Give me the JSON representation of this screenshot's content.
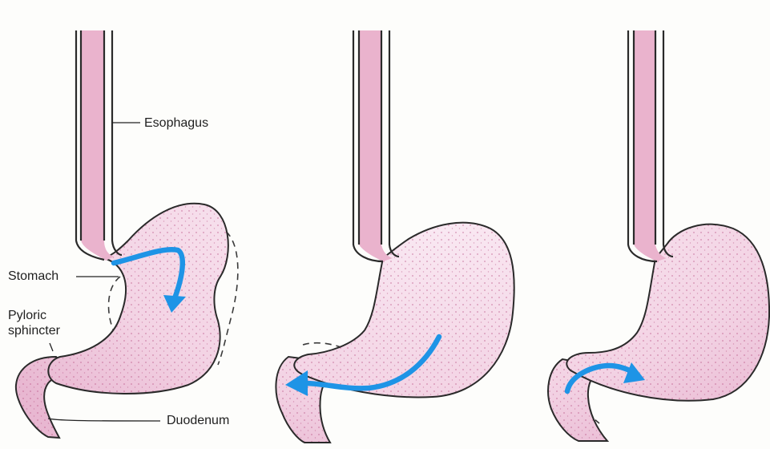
{
  "labels": {
    "esophagus": "Esophagus",
    "stomach": "Stomach",
    "pyloric_line1": "Pyloric",
    "pyloric_line2": "sphincter",
    "duodenum": "Duodenum"
  },
  "colors": {
    "arrow": "#1e94e6",
    "tissue": "#f3d3e4",
    "esophagus_lining": "#eab3cd"
  }
}
